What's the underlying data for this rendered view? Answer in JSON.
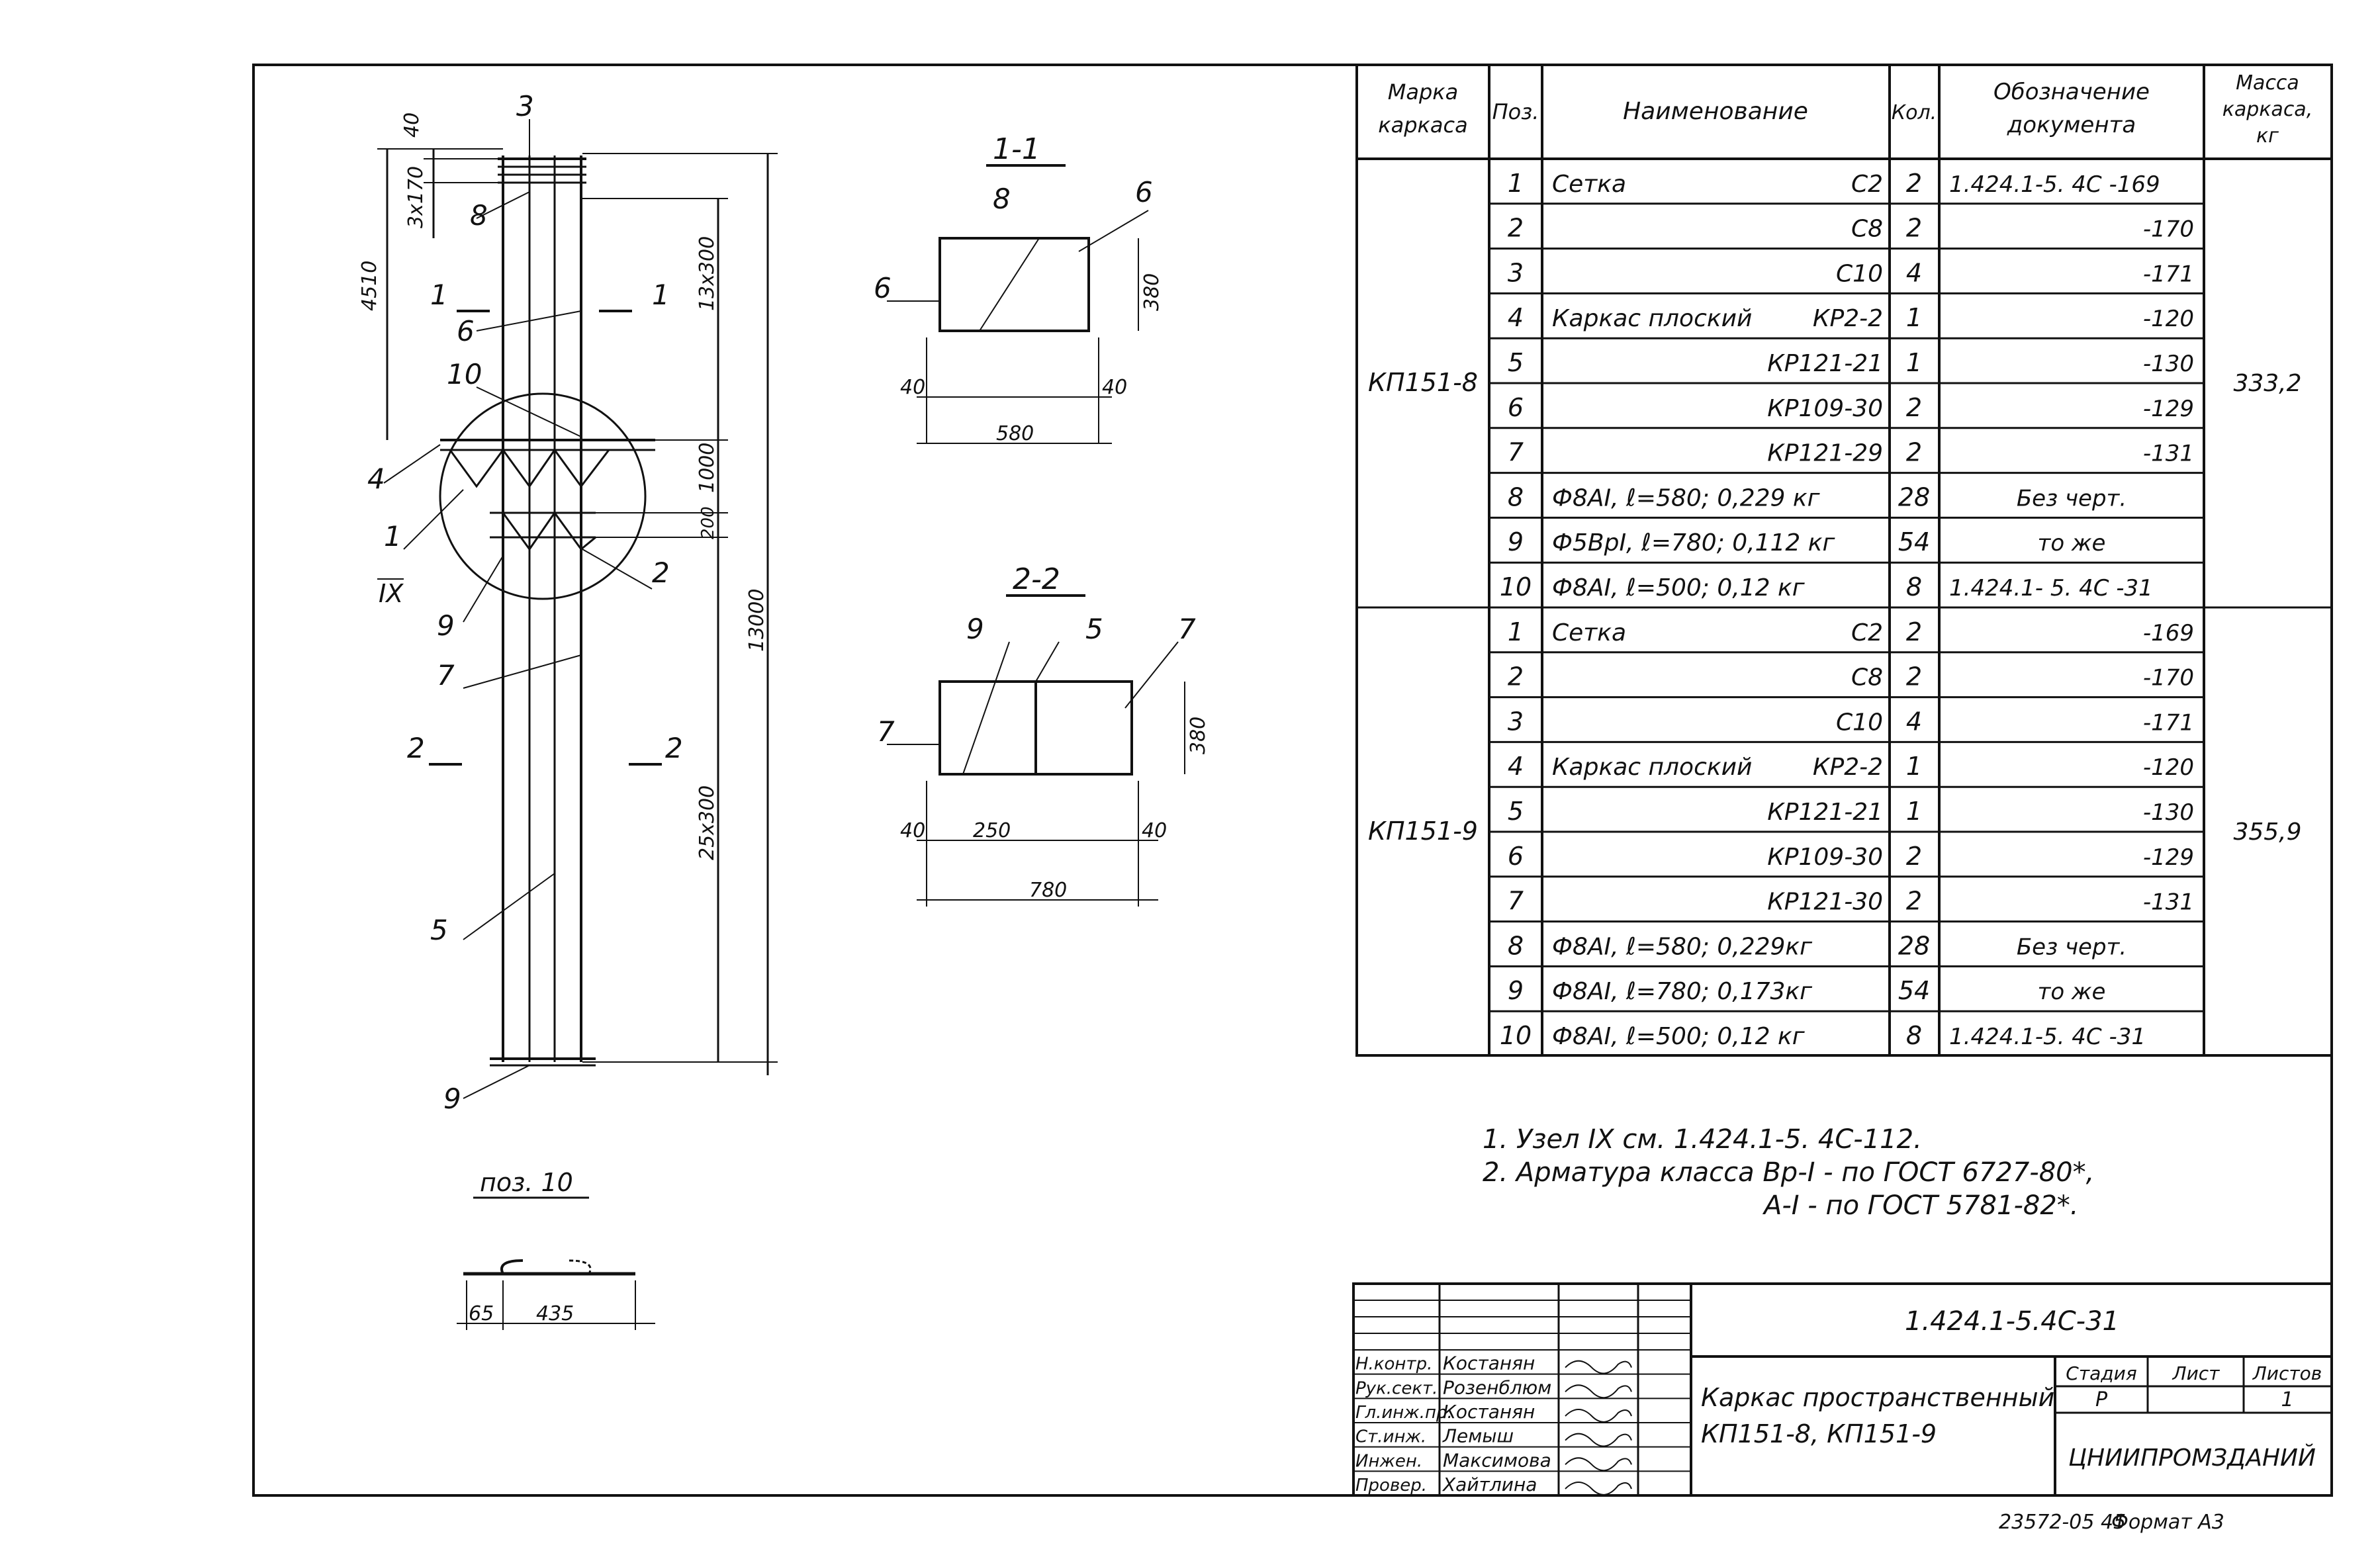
{
  "table": {
    "headers": {
      "mark": [
        "Марка",
        "каркаса"
      ],
      "pos": "Поз.",
      "name": "Наименование",
      "qty": "Кол.",
      "doc": [
        "Обозначение",
        "документа"
      ],
      "mass": [
        "Масса",
        "каркаса,",
        "кг"
      ]
    },
    "groups": [
      {
        "mark": "КП151-8",
        "mass": "333,2",
        "rows": [
          {
            "pos": "1",
            "name": "Сетка",
            "code": "С2",
            "qty": "2",
            "doc": "1.424.1-5. 4С -169"
          },
          {
            "pos": "2",
            "name": "",
            "code": "С8",
            "qty": "2",
            "doc": "-170"
          },
          {
            "pos": "3",
            "name": "",
            "code": "С10",
            "qty": "4",
            "doc": "-171"
          },
          {
            "pos": "4",
            "name": "Каркас плоский",
            "code": "КР2-2",
            "qty": "1",
            "doc": "-120"
          },
          {
            "pos": "5",
            "name": "",
            "code": "КР121-21",
            "qty": "1",
            "doc": "-130"
          },
          {
            "pos": "6",
            "name": "",
            "code": "КР109-30",
            "qty": "2",
            "doc": "-129"
          },
          {
            "pos": "7",
            "name": "",
            "code": "КР121-29",
            "qty": "2",
            "doc": "-131"
          },
          {
            "pos": "8",
            "name": "Ф8АI,  ℓ=580;  0,229 кг",
            "code": "",
            "qty": "28",
            "doc": "Без черт."
          },
          {
            "pos": "9",
            "name": "Ф5ВрI,  ℓ=780;  0,112 кг",
            "code": "",
            "qty": "54",
            "doc": "то же"
          },
          {
            "pos": "10",
            "name": "Ф8АI,  ℓ=500;  0,12 кг",
            "code": "",
            "qty": "8",
            "doc": "1.424.1- 5. 4С -31"
          }
        ]
      },
      {
        "mark": "КП151-9",
        "mass": "355,9",
        "rows": [
          {
            "pos": "1",
            "name": "Сетка",
            "code": "С2",
            "qty": "2",
            "doc": "-169"
          },
          {
            "pos": "2",
            "name": "",
            "code": "С8",
            "qty": "2",
            "doc": "-170"
          },
          {
            "pos": "3",
            "name": "",
            "code": "С10",
            "qty": "4",
            "doc": "-171"
          },
          {
            "pos": "4",
            "name": "Каркас плоский",
            "code": "КР2-2",
            "qty": "1",
            "doc": "-120"
          },
          {
            "pos": "5",
            "name": "",
            "code": "КР121-21",
            "qty": "1",
            "doc": "-130"
          },
          {
            "pos": "6",
            "name": "",
            "code": "КР109-30",
            "qty": "2",
            "doc": "-129"
          },
          {
            "pos": "7",
            "name": "",
            "code": "КР121-30",
            "qty": "2",
            "doc": "-131"
          },
          {
            "pos": "8",
            "name": "Ф8АI,  ℓ=580;  0,229кг",
            "code": "",
            "qty": "28",
            "doc": "Без черт."
          },
          {
            "pos": "9",
            "name": "Ф8АI,  ℓ=780;  0,173кг",
            "code": "",
            "qty": "54",
            "doc": "то же"
          },
          {
            "pos": "10",
            "name": "Ф8АI,  ℓ=500;  0,12 кг",
            "code": "",
            "qty": "8",
            "doc": "1.424.1-5. 4С -31"
          }
        ]
      }
    ]
  },
  "notes": [
    "1. Узел IX см. 1.424.1-5. 4С-112.",
    "2. Арматура класса  Вр-I - по ГОСТ 6727-80*,",
    "А-I - по ГОСТ 5781-82*."
  ],
  "drawing": {
    "elevation": {
      "dims_left": [
        "40",
        "3х170",
        "4510"
      ],
      "dims_right": [
        "13х300",
        "1000",
        "200",
        "25х300",
        "13000"
      ],
      "positions": [
        "3",
        "8",
        "6",
        "10",
        "4",
        "1",
        "IX",
        "9",
        "7",
        "2",
        "5",
        "9"
      ],
      "sections": [
        "1",
        "1",
        "2",
        "2"
      ]
    },
    "section_1": {
      "title": "1-1",
      "labels": [
        "8",
        "6",
        "6"
      ],
      "dims": [
        "380",
        "40",
        "40",
        "580"
      ]
    },
    "section_2": {
      "title": "2-2",
      "labels": [
        "9",
        "5",
        "7",
        "7"
      ],
      "dims": [
        "380",
        "40",
        "250",
        "40",
        "780"
      ]
    },
    "pos10": {
      "title": "поз. 10",
      "dims": [
        "65",
        "435"
      ]
    }
  },
  "title_block": {
    "doc_code": "1.424.1-5.4С-31",
    "title_lines": [
      "Каркас пространственный",
      "КП151-8,  КП151-9"
    ],
    "stage_hdr": "Стадия",
    "sheet_hdr": "Лист",
    "sheets_hdr": "Листов",
    "stage": "Р",
    "sheets": "1",
    "org": "ЦНИИПРОМЗДАНИЙ",
    "roles": [
      "Н.контр.",
      "Рук.сект.",
      "Гл.инж.пр.",
      "Ст.инж.",
      "Инжен.",
      "Провер."
    ],
    "names": [
      "Костанян",
      "Розенблюм",
      "Костанян",
      "Лемыш",
      "Максимова",
      "Хайтлина"
    ]
  },
  "footer": {
    "archive_no": "23572-05 45",
    "format": "Формат А3"
  }
}
